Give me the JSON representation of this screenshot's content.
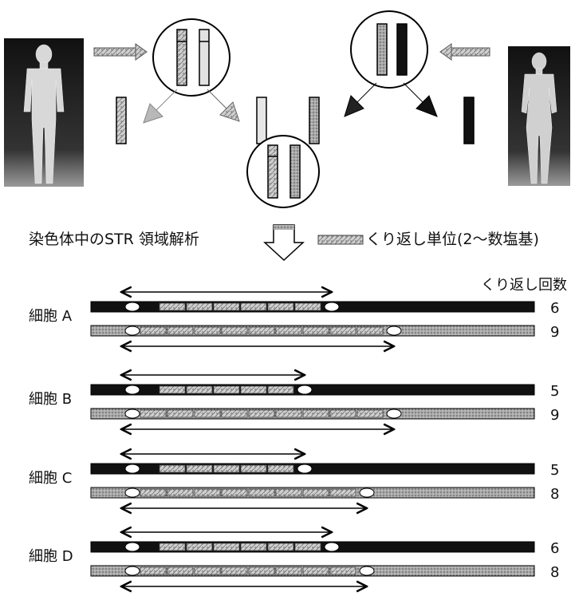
{
  "header": {
    "analysis_label": "染色体中のSTR 領域解析",
    "legend_label": "くり返し単位(2～数塩基)",
    "count_header": "くり返し回数"
  },
  "cells": [
    {
      "label": "細胞 A",
      "paternal_repeats": 6,
      "maternal_repeats": 9
    },
    {
      "label": "細胞 B",
      "paternal_repeats": 5,
      "maternal_repeats": 9
    },
    {
      "label": "細胞 C",
      "paternal_repeats": 5,
      "maternal_repeats": 8
    },
    {
      "label": "細胞 D",
      "paternal_repeats": 6,
      "maternal_repeats": 8
    }
  ],
  "colors": {
    "paternal": "#111111",
    "maternal": "#8a8a8a",
    "repeat_unit": "#c4c4c4",
    "marker": "#ffffff"
  }
}
